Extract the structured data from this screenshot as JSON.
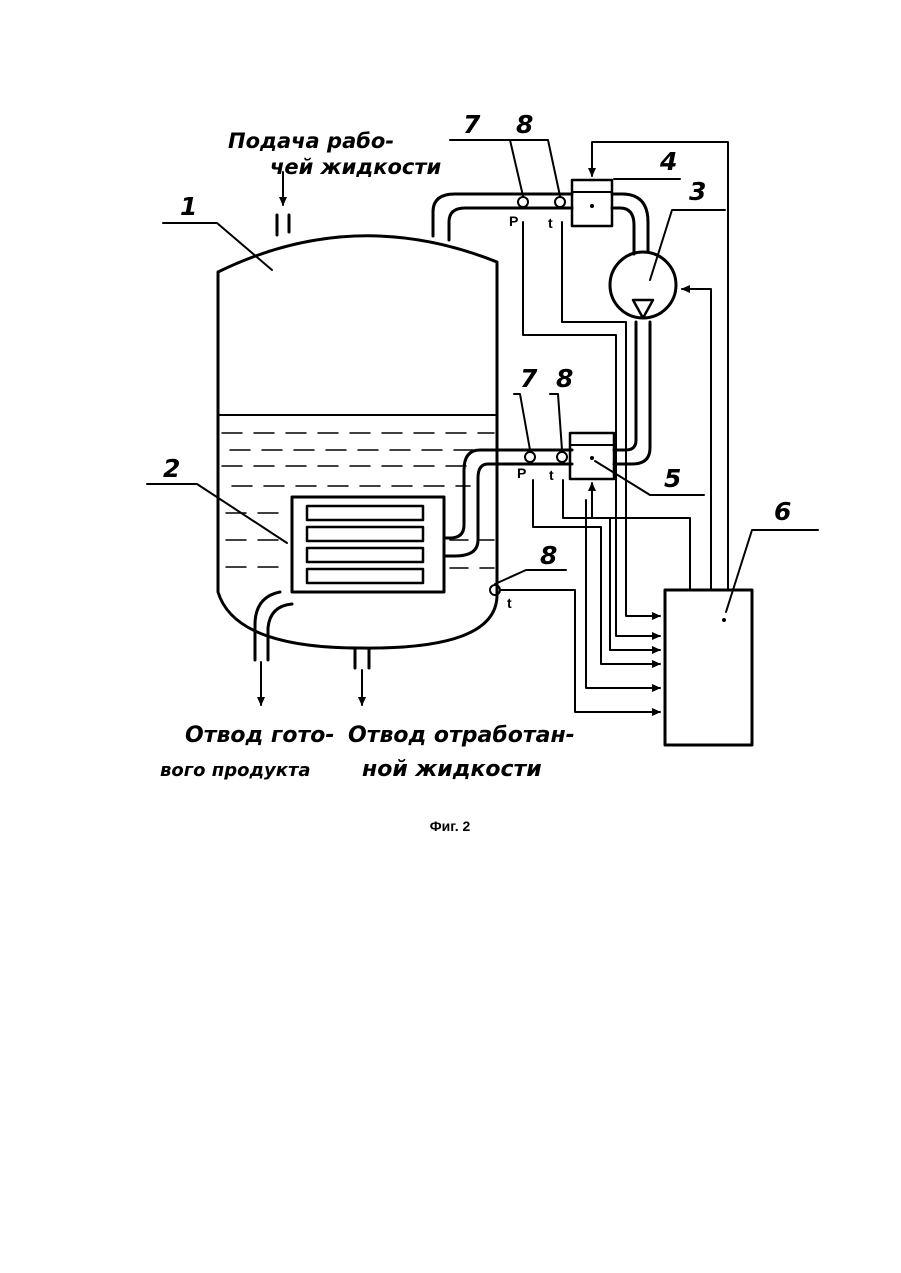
{
  "labels": {
    "feed": [
      "Подача рабо-",
      "чей жидкости"
    ],
    "product": [
      "Отвод гото-",
      "вого продукта"
    ],
    "waste": [
      "Отвод отработан-",
      "ной жидкости"
    ]
  },
  "numbers": {
    "n1": "1",
    "n2": "2",
    "n3": "3",
    "n4": "4",
    "n5": "5",
    "n6": "6",
    "n7_top": "7",
    "n8_top": "8",
    "n7_mid": "7",
    "n8_mid": "8",
    "n8_low": "8"
  },
  "sensor_tags": {
    "p_top": "P",
    "t_top": "t",
    "p_mid": "P",
    "t_mid": "t",
    "t_low": "t"
  },
  "caption": "Фиг. 2"
}
